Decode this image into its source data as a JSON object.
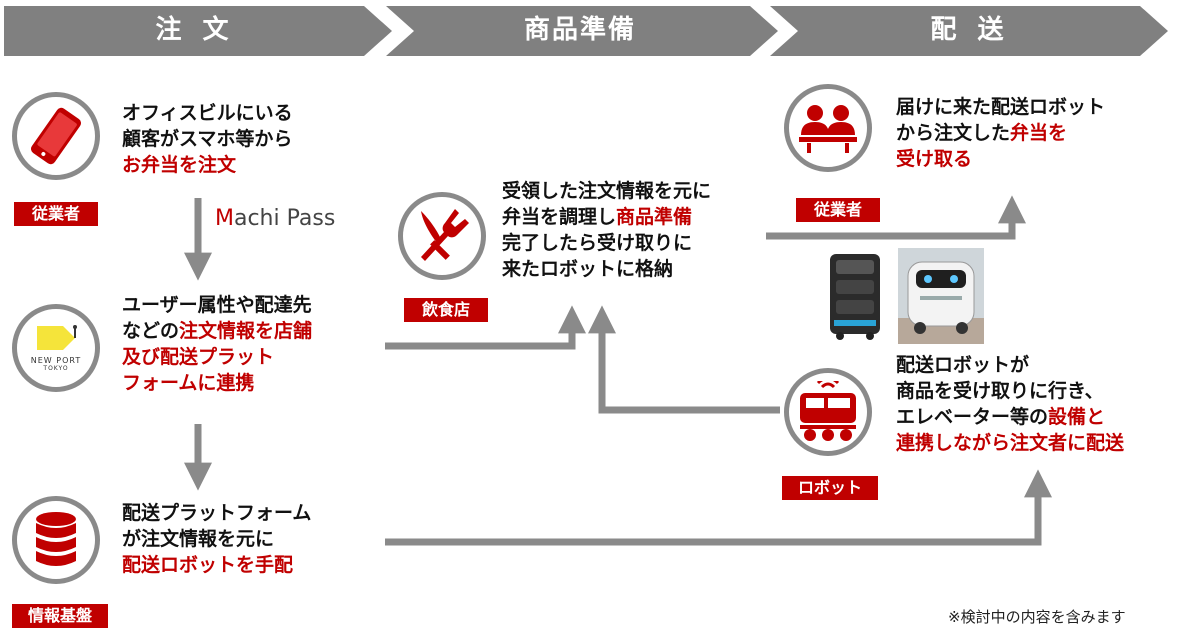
{
  "stages": [
    "注 文",
    "商品準備",
    "配 送"
  ],
  "tags": {
    "employee_left": "従業者",
    "platform": "情報基盤",
    "restaurant": "飲食店",
    "employee_right": "従業者",
    "robot": "ロボット"
  },
  "logos": {
    "machi_m": "M",
    "machi_rest": "achi Pass",
    "newport_line1": "NEW PORT",
    "newport_line2": "TOKYO"
  },
  "texts": {
    "order": [
      "オフィスビルにいる",
      "顧客がスマホ等から"
    ],
    "order_red": "お弁当を注文",
    "link_a": "ユーザー属性や配達先",
    "link_b_plain": "などの",
    "link_b_red": "注文情報を店舗",
    "link_c_red": "及び配送プラット",
    "link_d_red": "フォームに連携",
    "platform": [
      "配送プラットフォーム",
      "が注文情報を元に"
    ],
    "platform_red": "配送ロボットを手配",
    "prep_1": "受領した注文情報を元に",
    "prep_2_plain": "弁当を調理し",
    "prep_2_red": "商品準備",
    "prep_3": "完了したら受け取りに",
    "prep_4": "来たロボットに格納",
    "receive_1": "届けに来た配送ロボット",
    "receive_2_plain": "から注文した",
    "receive_2_red": "弁当を",
    "receive_3_red": "受け取る",
    "robot_1": "配送ロボットが",
    "robot_2": "商品を受け取りに行き、",
    "robot_3_plain": "エレベーター等の",
    "robot_3_red": "設備と",
    "robot_4_red": "連携しながら注文者に配送"
  },
  "note": "※検討中の内容を含みます",
  "colors": {
    "accent": "#c00000",
    "gray": "#8a8a8a",
    "stage": "#7f7f7f"
  }
}
